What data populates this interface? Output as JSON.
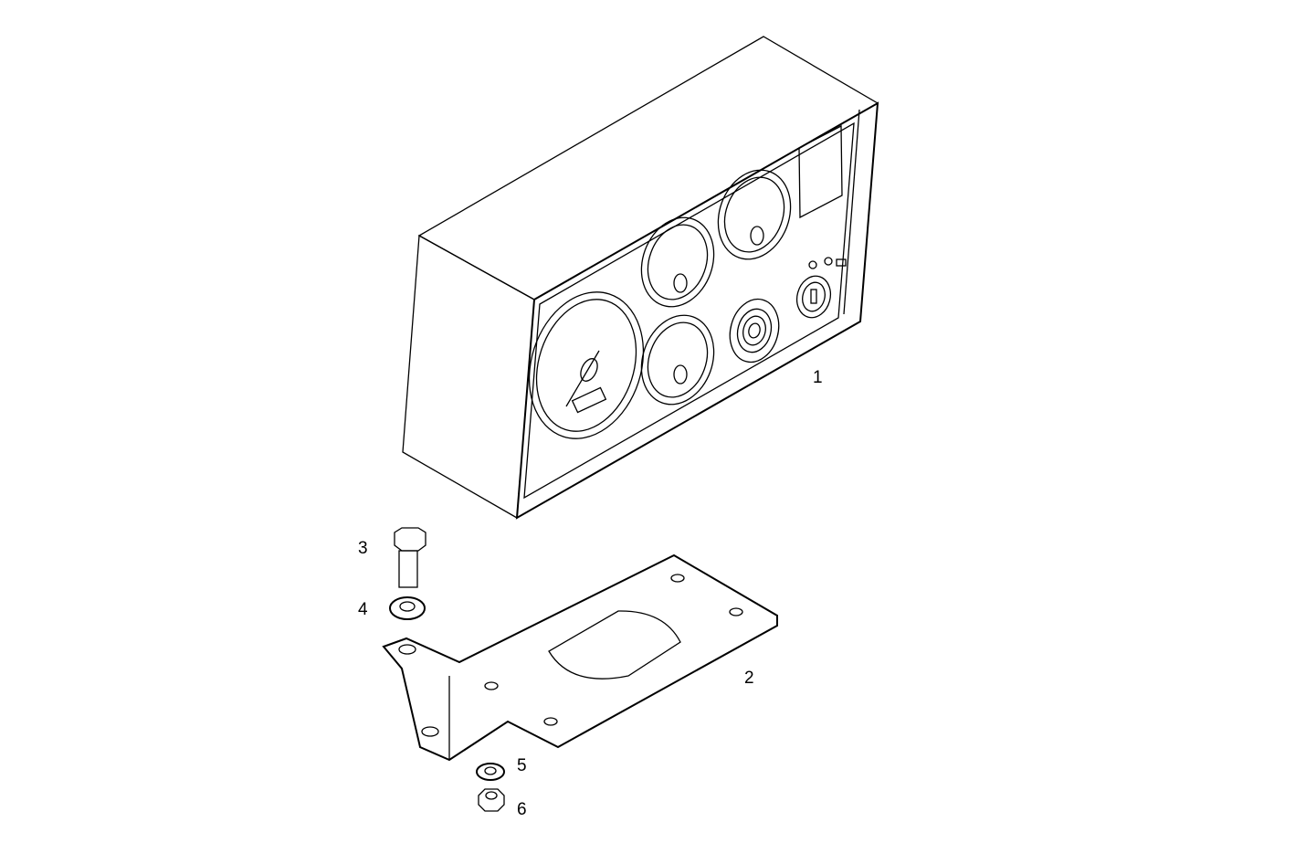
{
  "diagram": {
    "type": "exploded-parts-view",
    "subject": "instrument panel with mounting bracket",
    "stroke_color": "#000000",
    "background_color": "#ffffff",
    "callouts": [
      {
        "id": "1",
        "label": "1",
        "part": "instrument-cluster"
      },
      {
        "id": "2",
        "label": "2",
        "part": "mounting-bracket"
      },
      {
        "id": "3",
        "label": "3",
        "part": "hex-bolt"
      },
      {
        "id": "4",
        "label": "4",
        "part": "washer"
      },
      {
        "id": "5",
        "label": "5",
        "part": "washer"
      },
      {
        "id": "6",
        "label": "6",
        "part": "hex-nut"
      }
    ]
  }
}
